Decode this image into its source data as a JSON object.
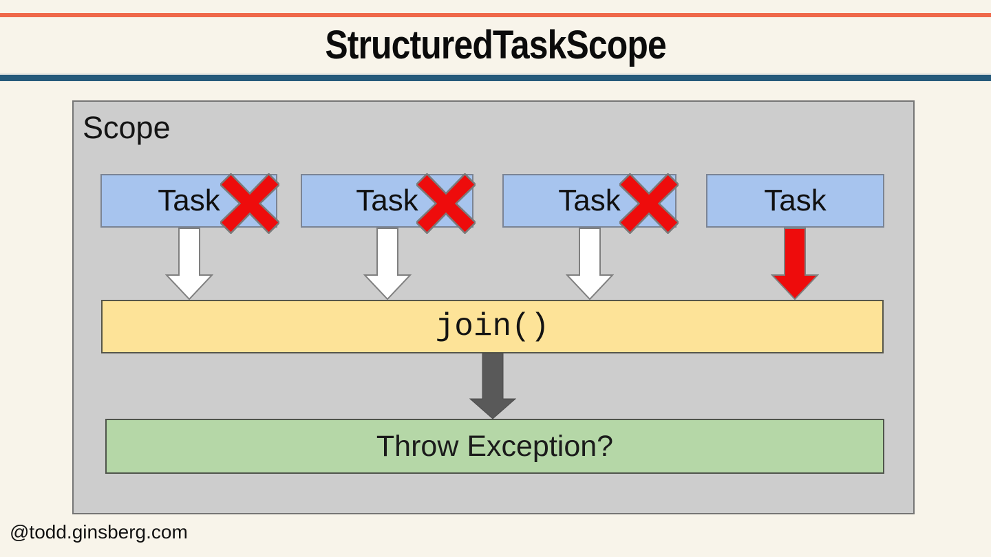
{
  "title": "StructuredTaskScope",
  "footer": "@todd.ginsberg.com",
  "colors": {
    "bg": "#f8f4ea",
    "accent-orange": "#ef684a",
    "accent-navy": "#265a7b",
    "scope-fill": "#cdcdcd",
    "scope-border": "#757575",
    "task-fill": "#a7c4ee",
    "task-border": "#7b8494",
    "x-red": "#ee0c0c",
    "arrow-white": "#ffffff",
    "arrow-red": "#ee0c0c",
    "arrow-gray": "#595959",
    "arrow-outline": "#7f7f7f",
    "join-fill": "#fde398",
    "join-border": "#56564a",
    "result-fill": "#b5d7a7",
    "result-border": "#4f554b"
  },
  "diagram": {
    "scope_label": "Scope",
    "tasks": [
      {
        "label": "Task",
        "status": "failed"
      },
      {
        "label": "Task",
        "status": "failed"
      },
      {
        "label": "Task",
        "status": "failed"
      },
      {
        "label": "Task",
        "status": "running"
      }
    ],
    "join_label": "join()",
    "result_label": "Throw Exception?"
  }
}
